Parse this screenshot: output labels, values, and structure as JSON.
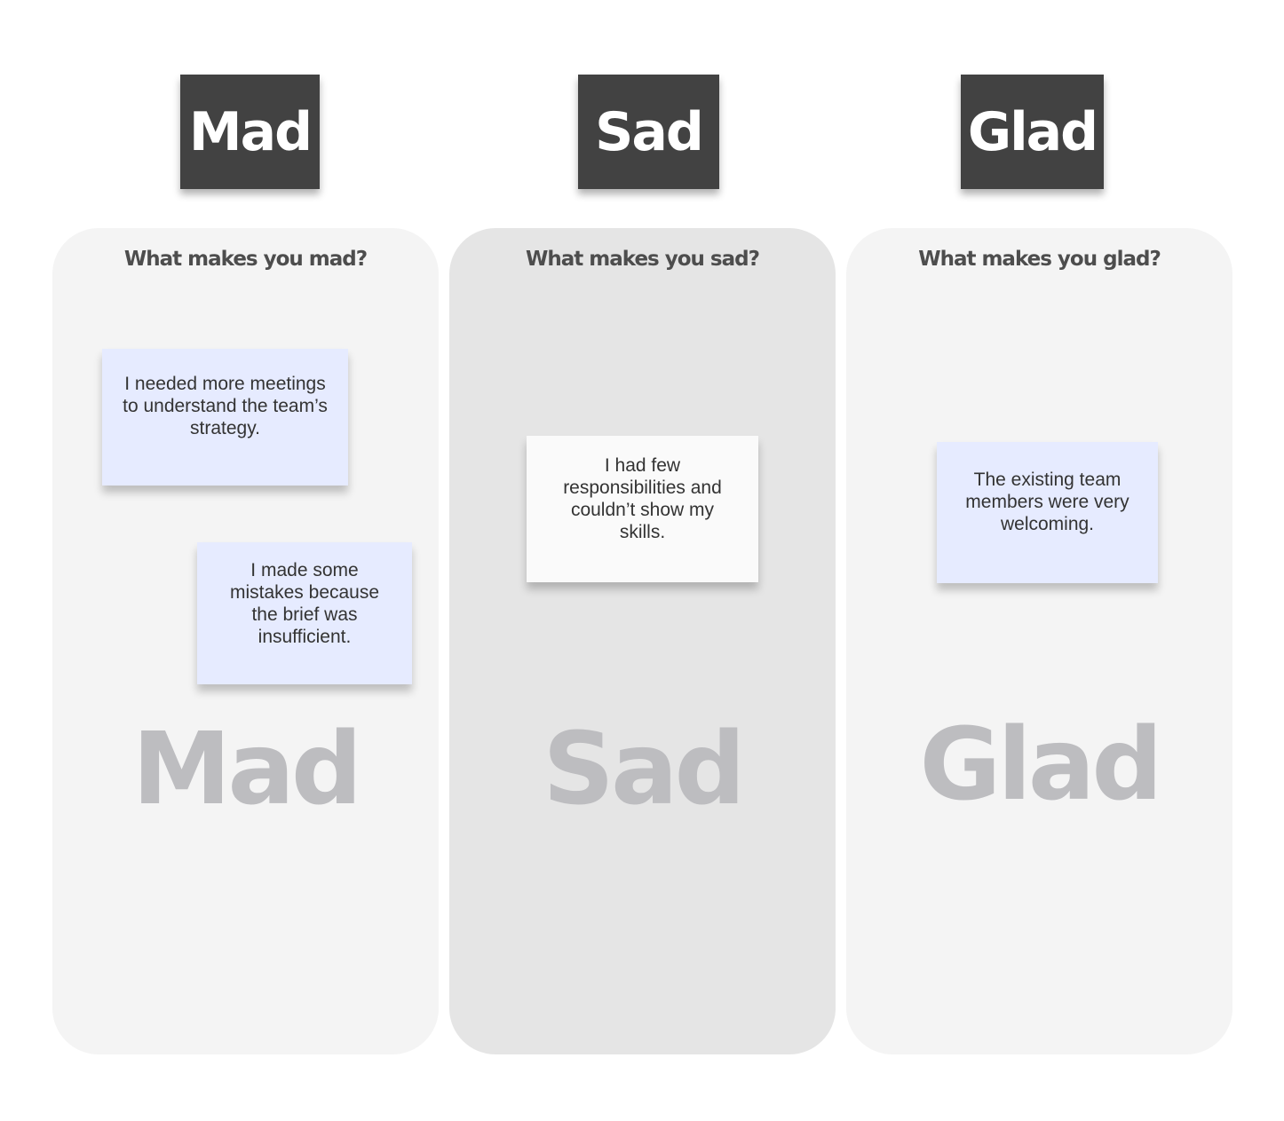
{
  "headers": {
    "mad": "Mad",
    "sad": "Sad",
    "glad": "Glad"
  },
  "columns": {
    "mad": {
      "question": "What makes you mad?",
      "watermark": "Mad",
      "notes": [
        "I needed more meetings to understand the team’s strategy.",
        "I made some mistakes because the brief was insufficient."
      ]
    },
    "sad": {
      "question": "What makes you sad?",
      "watermark": "Sad",
      "notes": [
        "I had few responsibilities and couldn’t show my skills."
      ]
    },
    "glad": {
      "question": "What makes you glad?",
      "watermark": "Glad",
      "notes": [
        "The existing team members were very welcoming."
      ]
    }
  },
  "colors": {
    "header_bg": "#424242",
    "header_text": "#ffffff",
    "column_bg": "#f4f4f4",
    "column_bg_highlighted": "#e5e5e5",
    "note_blue": "#e6ebff",
    "note_white": "#fafafa",
    "watermark_text": "#bdbdc0"
  }
}
